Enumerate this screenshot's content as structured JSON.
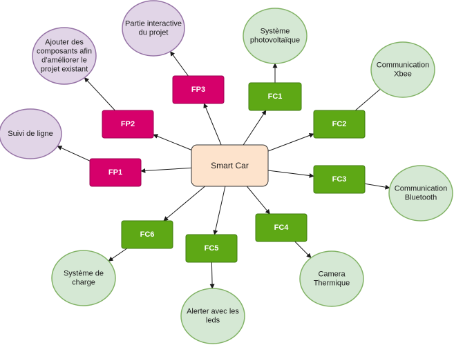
{
  "colors": {
    "center_fill": "#fde3cc",
    "center_stroke": "#333333",
    "fp_fill": "#d6006b",
    "fp_stroke": "#9b0050",
    "fc_fill": "#5ea815",
    "fc_stroke": "#3d7a0e",
    "purple_fill": "#e1d5e7",
    "purple_stroke": "#9673a6",
    "green_fill": "#d5e8d4",
    "green_stroke": "#82b366"
  },
  "center": {
    "id": "smart-car",
    "label": "Smart Car"
  },
  "boxes": [
    {
      "id": "fp1",
      "label": "FP1",
      "kind": "fp"
    },
    {
      "id": "fp2",
      "label": "FP2",
      "kind": "fp"
    },
    {
      "id": "fp3",
      "label": "FP3",
      "kind": "fp"
    },
    {
      "id": "fc1",
      "label": "FC1",
      "kind": "fc"
    },
    {
      "id": "fc2",
      "label": "FC2",
      "kind": "fc"
    },
    {
      "id": "fc3",
      "label": "FC3",
      "kind": "fc"
    },
    {
      "id": "fc4",
      "label": "FC4",
      "kind": "fc"
    },
    {
      "id": "fc5",
      "label": "FC5",
      "kind": "fc"
    },
    {
      "id": "fc6",
      "label": "FC6",
      "kind": "fc"
    }
  ],
  "ellipses": [
    {
      "id": "suivi-ligne",
      "lines": [
        "Suivi de ligne"
      ],
      "kind": "purple"
    },
    {
      "id": "ajouter-composants",
      "lines": [
        "Ajouter des",
        "composants afin",
        "d'améliorer le",
        "projet existant"
      ],
      "kind": "purple"
    },
    {
      "id": "partie-interactive",
      "lines": [
        "Partie interactive",
        "du projet"
      ],
      "kind": "purple"
    },
    {
      "id": "systeme-photovoltaique",
      "lines": [
        "Système",
        "photovoltaïque"
      ],
      "kind": "green"
    },
    {
      "id": "communication-xbee",
      "lines": [
        "Communication",
        "Xbee"
      ],
      "kind": "green"
    },
    {
      "id": "communication-bluetooth",
      "lines": [
        "Communication",
        "Bluetooth"
      ],
      "kind": "green"
    },
    {
      "id": "camera-thermique",
      "lines": [
        "Camera",
        "Thermique"
      ],
      "kind": "green"
    },
    {
      "id": "alerter-leds",
      "lines": [
        "Alerter avec les",
        "leds"
      ],
      "kind": "green"
    },
    {
      "id": "systeme-charge",
      "lines": [
        "Système de",
        "charge"
      ],
      "kind": "green"
    }
  ],
  "edges": [
    {
      "from": "smart-car",
      "to": "fp1",
      "arrow": true
    },
    {
      "from": "fp1",
      "to": "suivi-ligne",
      "arrow": true
    },
    {
      "from": "smart-car",
      "to": "fp2",
      "arrow": true
    },
    {
      "from": "fp2",
      "to": "ajouter-composants",
      "arrow": true
    },
    {
      "from": "smart-car",
      "to": "fp3",
      "arrow": true
    },
    {
      "from": "fp3",
      "to": "partie-interactive",
      "arrow": true
    },
    {
      "from": "smart-car",
      "to": "fc1",
      "arrow": true
    },
    {
      "from": "fc1",
      "to": "systeme-photovoltaique",
      "arrow": true
    },
    {
      "from": "smart-car",
      "to": "fc2",
      "arrow": true
    },
    {
      "from": "fc2",
      "to": "communication-xbee",
      "arrow": false
    },
    {
      "from": "smart-car",
      "to": "fc3",
      "arrow": true
    },
    {
      "from": "fc3",
      "to": "communication-bluetooth",
      "arrow": true
    },
    {
      "from": "smart-car",
      "to": "fc4",
      "arrow": true
    },
    {
      "from": "fc4",
      "to": "camera-thermique",
      "arrow": true
    },
    {
      "from": "smart-car",
      "to": "fc5",
      "arrow": true
    },
    {
      "from": "fc5",
      "to": "alerter-leds",
      "arrow": true
    },
    {
      "from": "smart-car",
      "to": "fc6",
      "arrow": true
    },
    {
      "from": "fc6",
      "to": "systeme-charge",
      "arrow": true
    }
  ]
}
